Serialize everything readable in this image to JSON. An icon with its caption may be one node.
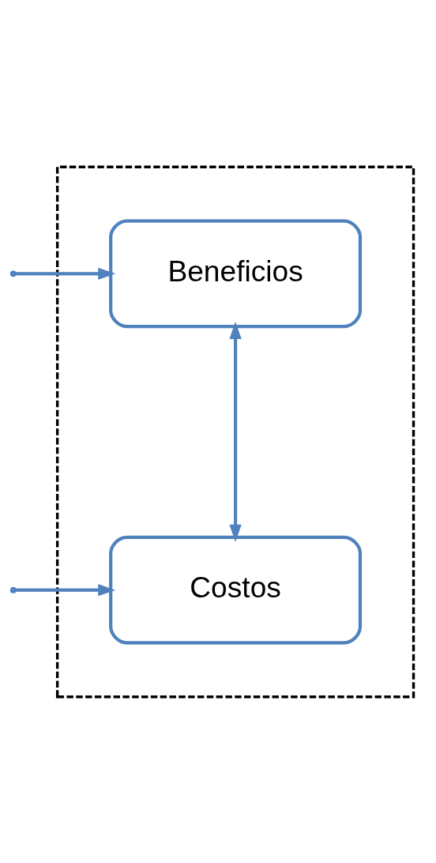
{
  "diagram": {
    "nodes": [
      {
        "text": [],
        "shape": "box"
      },
      {
        "text": [
          "Beneficios"
        ],
        "in": 0
      },
      {
        "text": [
          "Costos"
        ],
        "in": 0
      }
    ],
    "edges": [
      {
        "from": null,
        "to": 1,
        "arrow": "to"
      },
      {
        "from": null,
        "to": 2,
        "arrow": "to"
      },
      {
        "from": 1,
        "to": 2,
        "arrow": "both"
      }
    ]
  }
}
